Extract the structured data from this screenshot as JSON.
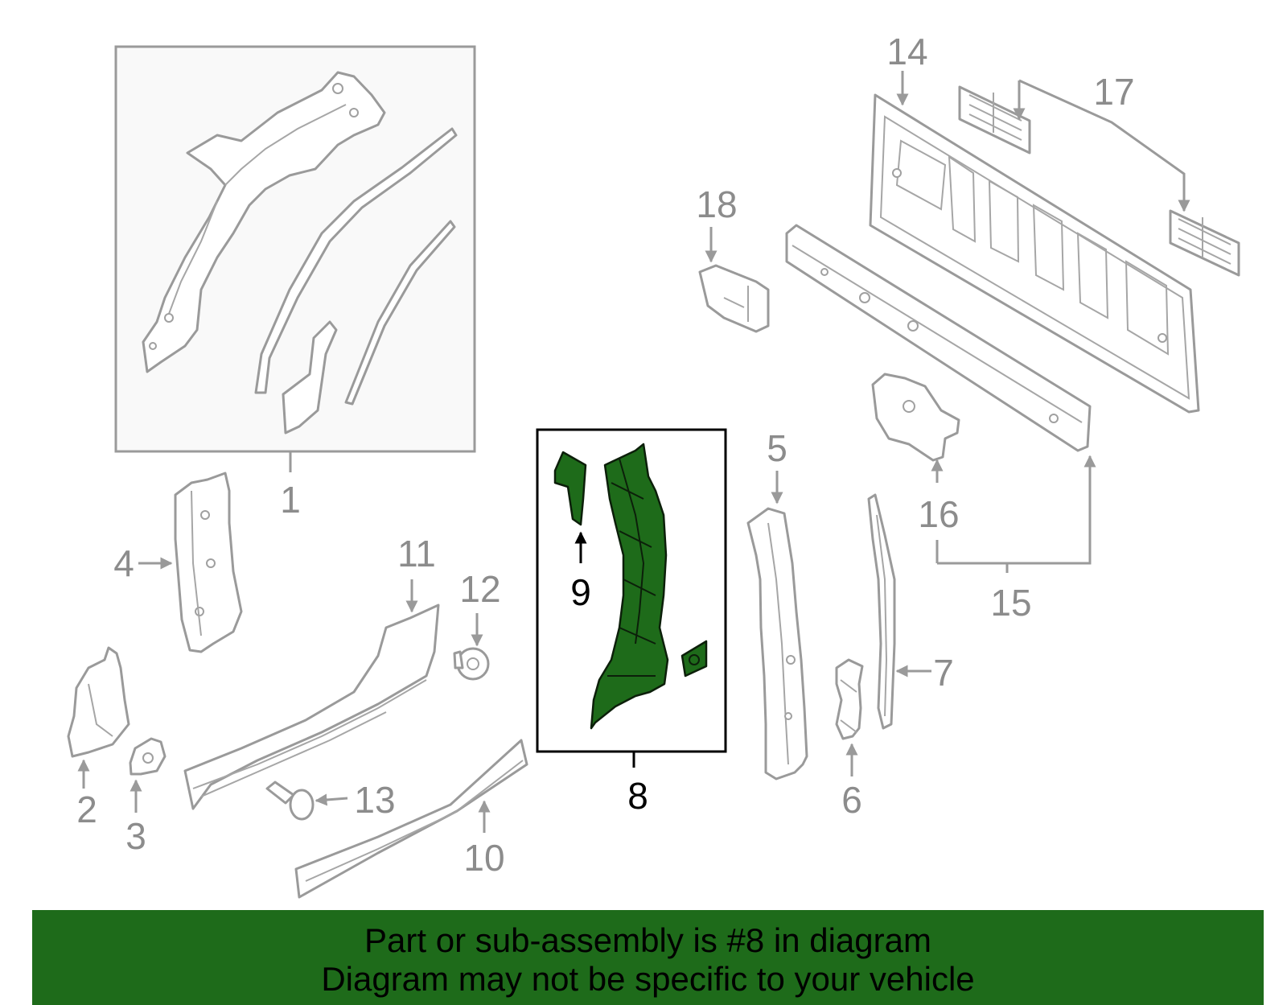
{
  "diagram": {
    "callouts": {
      "c1": "1",
      "c2": "2",
      "c3": "3",
      "c4": "4",
      "c5": "5",
      "c6": "6",
      "c7": "7",
      "c8": "8",
      "c9": "9",
      "c10": "10",
      "c11": "11",
      "c12": "12",
      "c13": "13",
      "c14": "14",
      "c15": "15",
      "c16": "16",
      "c17": "17",
      "c18": "18"
    },
    "highlighted_part": "8",
    "colors": {
      "highlight": "#1e6b1a",
      "callout": "#8c8c8c",
      "line": "#9a9a9a"
    }
  },
  "banner": {
    "line1": "Part or sub-assembly is #8 in diagram",
    "line2": "Diagram may not be specific to your vehicle"
  }
}
